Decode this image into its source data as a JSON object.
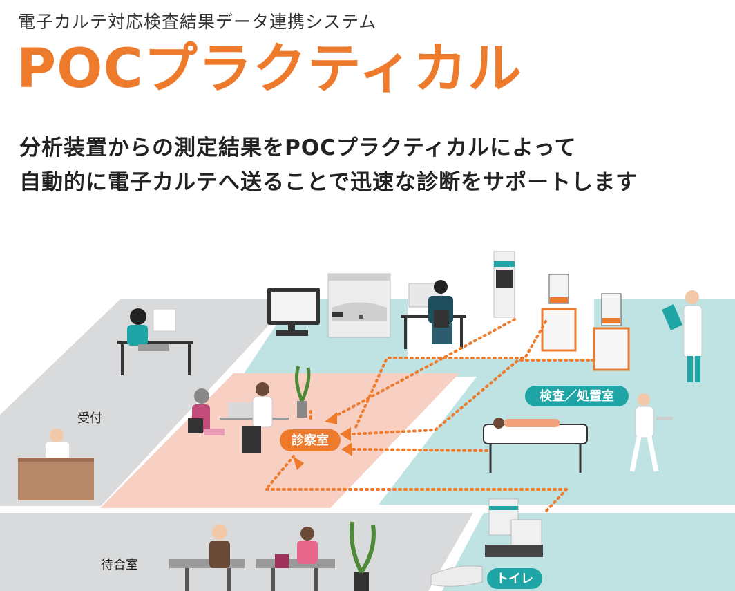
{
  "header": {
    "subtitle": "電子カルテ対応検査結果データ連携システム",
    "title": "POCプラクティカル"
  },
  "lead": {
    "line1": "分析装置からの測定結果をPOCプラクティカルによって",
    "line2": "自動的に電子カルテへ送ることで迅速な診断をサポートします"
  },
  "rooms": {
    "reception": "受付",
    "exam_room": "診察室",
    "lab_treatment": "検査／処置室",
    "waiting_room": "待合室",
    "toilet": "トイレ"
  },
  "colors": {
    "brand_orange": "#ee7b2c",
    "teal": "#1fa5a6",
    "floor_gray": "#d9dadb",
    "floor_teal": "#bfe2e2",
    "floor_pink": "#f7cfc3"
  }
}
